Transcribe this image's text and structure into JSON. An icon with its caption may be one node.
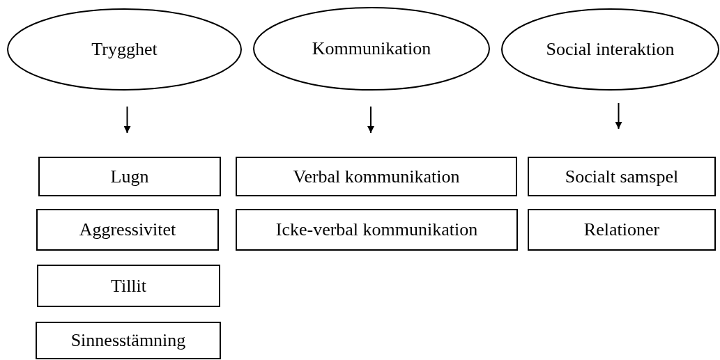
{
  "diagram": {
    "nodes": [
      {
        "text": [
          "Trygghet"
        ]
      },
      {
        "text": [
          "Kommunikation"
        ]
      },
      {
        "text": [
          "Social interaktion"
        ]
      },
      {
        "text": [
          "Lugn"
        ]
      },
      {
        "text": [
          "Aggressivitet"
        ]
      },
      {
        "text": [
          "Tillit"
        ]
      },
      {
        "text": [
          "Sinnesstämning"
        ]
      },
      {
        "text": [
          "Verbal kommunikation"
        ]
      },
      {
        "text": [
          "Icke-verbal kommunikation"
        ]
      },
      {
        "text": [
          "Socialt samspel"
        ]
      },
      {
        "text": [
          "Relationer"
        ]
      }
    ],
    "edges": [
      {
        "from": 0,
        "to": 3,
        "arrow": "to"
      },
      {
        "from": 1,
        "to": 7,
        "arrow": "to"
      },
      {
        "from": 2,
        "to": 9,
        "arrow": "to"
      }
    ]
  }
}
